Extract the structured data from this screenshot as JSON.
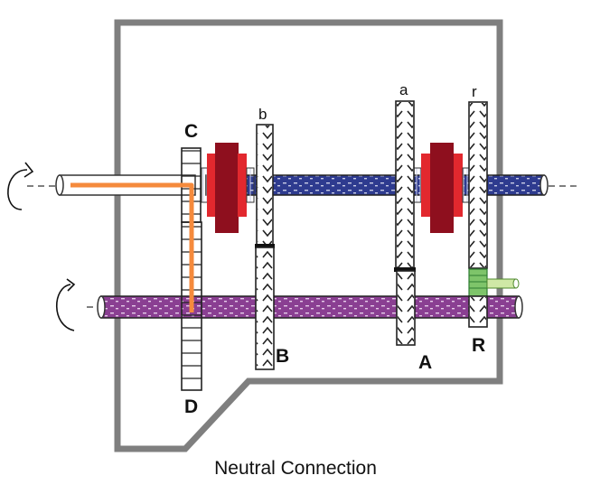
{
  "caption": "Neutral Connection",
  "labels": {
    "gear_c": "C",
    "gear_d": "D",
    "gear_b_upper": "b",
    "gear_b_lower": "B",
    "gear_a_upper": "a",
    "gear_a_lower": "A",
    "gear_r_upper": "r",
    "gear_r_lower": "R"
  },
  "colors": {
    "housing": "#7f7f7f",
    "main_shaft": "#2e3b8f",
    "counter_shaft": "#8a3f92",
    "power_path": "#f58a3c",
    "synchro_dark": "#8e0f1e",
    "synchro_light": "#e2282e",
    "idler": "#4fae3f"
  },
  "icons": {
    "input_rotation": "rotation-arrow-icon",
    "counter_rotation": "rotation-arrow-icon"
  }
}
